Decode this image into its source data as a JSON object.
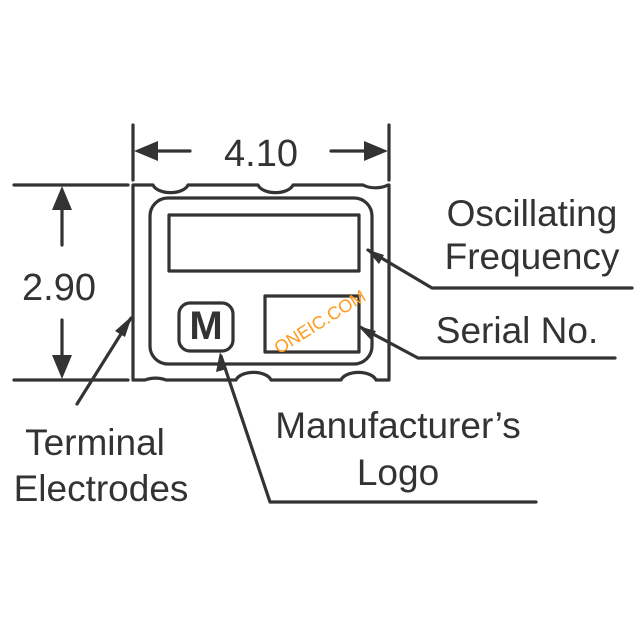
{
  "dimensions": {
    "width": "4.10",
    "height": "2.90"
  },
  "callouts": {
    "oscillating_frequency": [
      "Oscillating",
      "Frequency"
    ],
    "serial_no": "Serial No.",
    "manufacturers_logo": [
      "Manufacturer’s",
      "Logo"
    ],
    "terminal_electrodes": [
      "Terminal",
      "Electrodes"
    ]
  },
  "logo": {
    "letter": "M"
  },
  "watermark": "ONEIC.COM",
  "colors": {
    "line": "#333333",
    "watermark": "#ff9a1f"
  }
}
